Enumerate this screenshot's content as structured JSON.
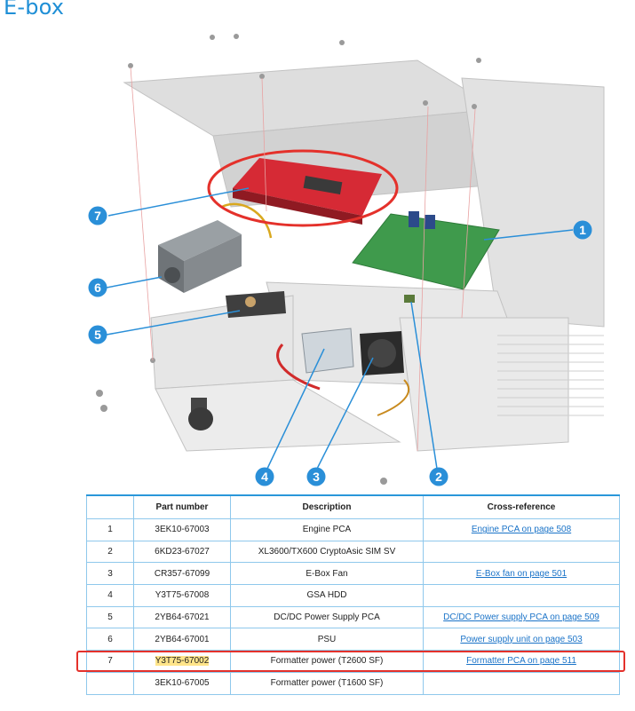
{
  "page": {
    "title": "E-box"
  },
  "callouts": [
    "1",
    "2",
    "3",
    "4",
    "5",
    "6",
    "7"
  ],
  "table": {
    "headers": [
      "",
      "Part number",
      "Description",
      "Cross-reference"
    ],
    "rows": [
      {
        "item": "1",
        "part": "3EK10-67003",
        "desc": "Engine PCA",
        "xref": "Engine PCA on page 508"
      },
      {
        "item": "2",
        "part": "6KD23-67027",
        "desc": "XL3600/TX600 CryptoAsic SIM SV",
        "xref": ""
      },
      {
        "item": "3",
        "part": "CR357-67099",
        "desc": "E-Box Fan",
        "xref": "E-Box fan on page 501"
      },
      {
        "item": "4",
        "part": "Y3T75-67008",
        "desc": "GSA HDD",
        "xref": ""
      },
      {
        "item": "5",
        "part": "2YB64-67021",
        "desc": "DC/DC Power Supply PCA",
        "xref": "DC/DC Power supply PCA on page 509"
      },
      {
        "item": "6",
        "part": "2YB64-67001",
        "desc": "PSU",
        "xref": "Power supply unit on page 503"
      },
      {
        "item": "7",
        "part": "Y3T75-67002",
        "desc": "Formatter power (T2600 SF)",
        "xref": "Formatter PCA on page 511"
      },
      {
        "item": "",
        "part": "3EK10-67005",
        "desc": "Formatter power (T1600 SF)",
        "xref": ""
      }
    ]
  },
  "colors": {
    "accent": "#1f8fd6",
    "callout": "#2a8fd8",
    "highlight": "#ffe58a",
    "annotation_red": "#e4312b"
  }
}
